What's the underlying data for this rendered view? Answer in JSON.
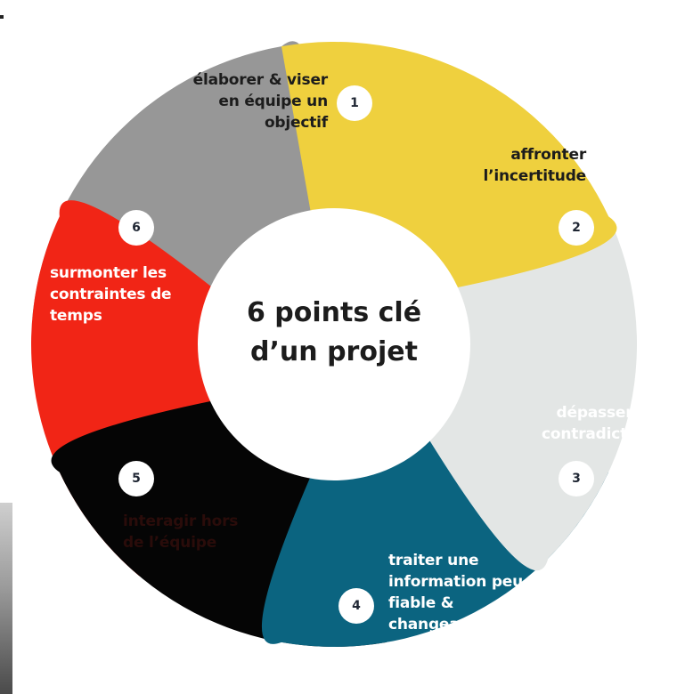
{
  "center": {
    "line1": "6 points clé",
    "line2": "d’un projet"
  },
  "segments": [
    {
      "number": "1",
      "lines": [
        "élaborer & viser",
        "en équipe un",
        "objectif"
      ],
      "color": "#EFD03E",
      "text_color": "#1c1c1c"
    },
    {
      "number": "2",
      "lines": [
        "affronter",
        "l’incertitude"
      ],
      "color": "#E3E6E5",
      "text_color": "#1c1c1c"
    },
    {
      "number": "3",
      "lines": [
        "dépasser les",
        "contradictions"
      ],
      "color": "#0B6480",
      "text_color": "#ffffff"
    },
    {
      "number": "4",
      "lines": [
        "traiter une",
        "information peu",
        "fiable &",
        "changeante"
      ],
      "color": "#050505",
      "text_color": "#ffffff"
    },
    {
      "number": "5",
      "lines": [
        "interagir hors",
        "de l’équipe"
      ],
      "color": "#F12516",
      "text_color": "#2a0c0a"
    },
    {
      "number": "6",
      "lines": [
        "surmonter les",
        "contraintes de",
        "temps"
      ],
      "color": "#979797",
      "text_color": "#ffffff"
    }
  ]
}
